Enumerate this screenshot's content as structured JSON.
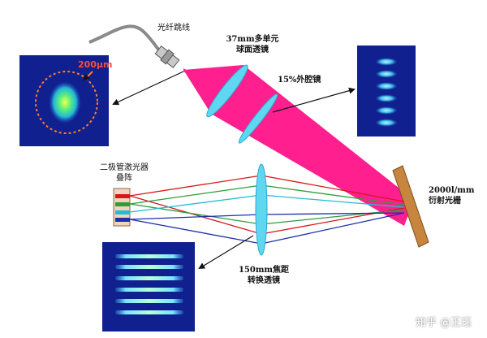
{
  "labels": {
    "fiber": "光纤跳线",
    "lens_line1": "37mm多单元",
    "lens_line2": "球面透镜",
    "output_coupler": "15%外腔镜",
    "diode_line1": "二极管激光器",
    "diode_line2": "叠阵",
    "grating_line1": "2000l/mm",
    "grating_line2": "衍射光栅",
    "transform_line1": "150mm焦距",
    "transform_line2": "转换透镜",
    "spot_size": "200μm"
  },
  "watermark": "知乎 @王珏",
  "colors": {
    "beam": "#ff1f8f",
    "lens": "#5fd7f0",
    "grating": "#c7853f",
    "ray_red": "#d8161b",
    "ray_green": "#2d9c3c",
    "ray_blue": "#1e2fa8",
    "image_bg": "#10208e",
    "spot_ring": "#ff7a2a"
  }
}
